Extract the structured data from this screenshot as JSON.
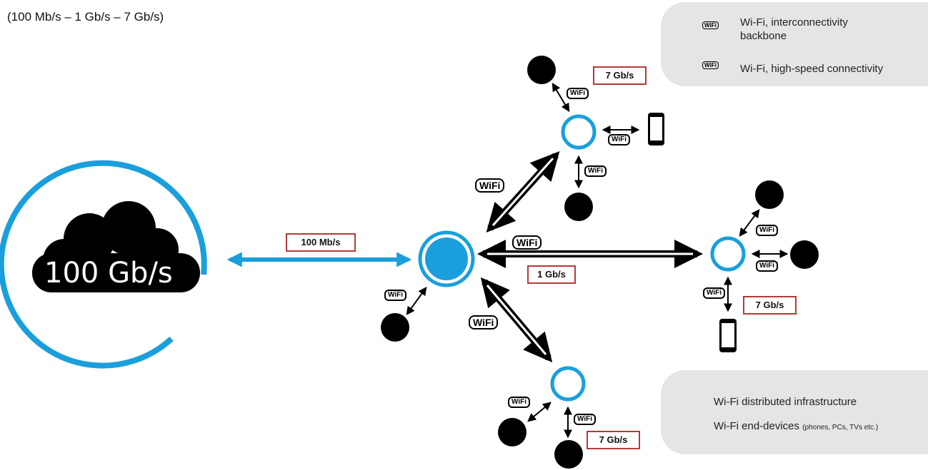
{
  "header": {
    "rates": "(100 Mb/s – 1 Gb/s – 7 Gb/s)"
  },
  "cloud": {
    "label": "100 Gb/s"
  },
  "links": {
    "cloud_to_hub": "100 Mb/s",
    "hub_to_right": "1 Gb/s",
    "top_node": "7 Gb/s",
    "right_node": "7 Gb/s",
    "bottom_node": "7 Gb/s"
  },
  "legend_top": {
    "backbone": "Wi-Fi, interconnectivity backbone",
    "backbone_line1": "Wi-Fi, interconnectivity",
    "backbone_line2": "backbone",
    "highspeed": "Wi-Fi, high-speed connectivity"
  },
  "legend_bottom": {
    "infrastructure": "Wi-Fi distributed infrastructure",
    "end_devices": "Wi-Fi end-devices",
    "end_devices_note": "(phones, PCs, TVs etc.)"
  },
  "wifi_badge": "WiFi",
  "colors": {
    "accent_blue": "#1a9fdc",
    "speed_box_border": "#b33a3a",
    "legend_bg": "#e5e5e7"
  },
  "icons": [
    "wifi-badge-icon",
    "double-arrow-icon",
    "cloud-icon",
    "smartphone-icon",
    "end-device-dot-icon",
    "access-point-ring-icon"
  ]
}
